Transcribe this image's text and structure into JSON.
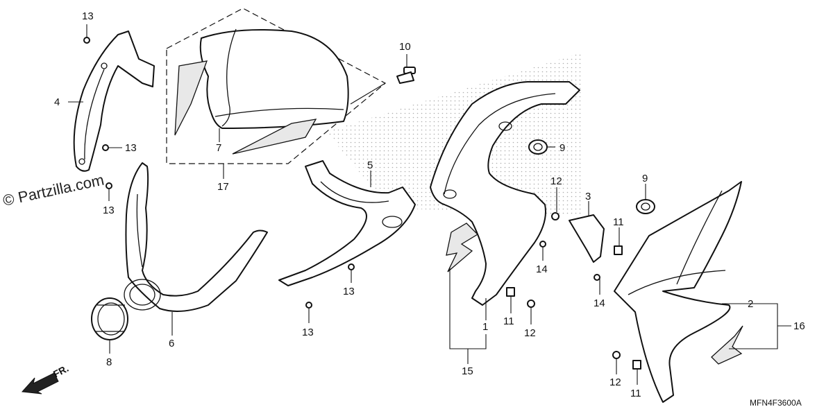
{
  "watermark": "© Partzilla.com",
  "diagram_code": "MFN4F3600A",
  "direction_label": "FR.",
  "callouts": {
    "c1": "1",
    "c2": "2",
    "c3": "3",
    "c4": "4",
    "c5": "5",
    "c6": "6",
    "c7": "7",
    "c8": "8",
    "c9a": "9",
    "c9b": "9",
    "c10": "10",
    "c11a": "11",
    "c11b": "11",
    "c11c": "11",
    "c12a": "12",
    "c12b": "12",
    "c12c": "12",
    "c13a": "13",
    "c13b": "13",
    "c13c": "13",
    "c13d": "13",
    "c13e": "13",
    "c14a": "14",
    "c14b": "14",
    "c15": "15",
    "c16": "16",
    "c17": "17"
  }
}
